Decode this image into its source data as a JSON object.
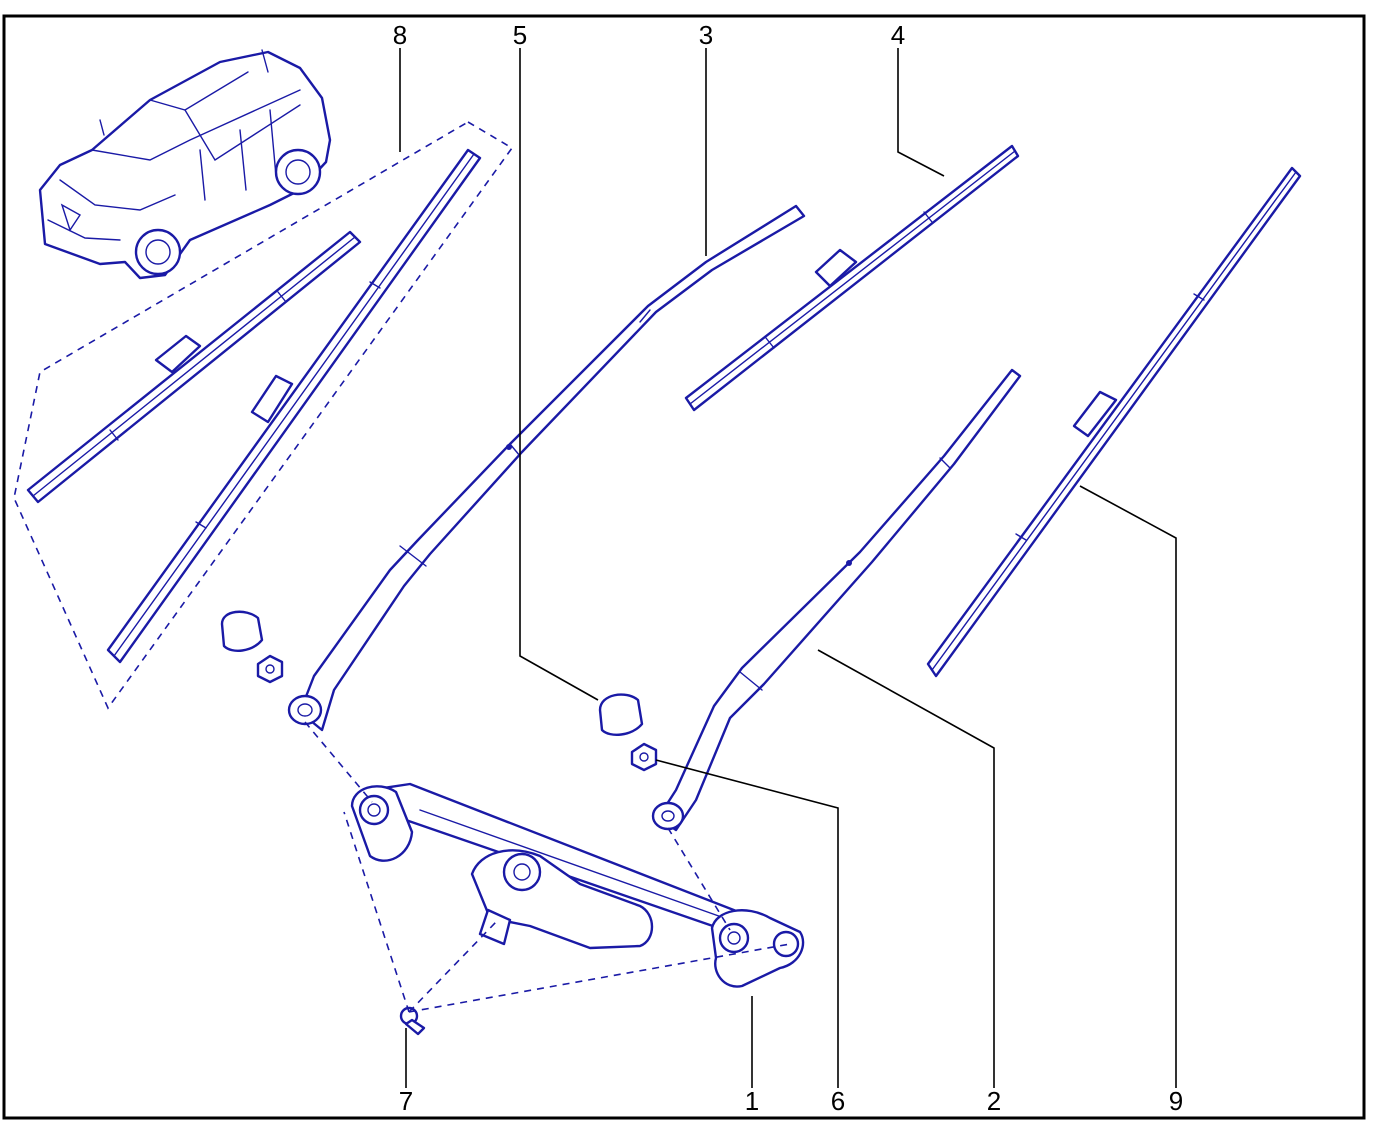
{
  "colors": {
    "line_art": "#1a1aa6",
    "frame": "#000000",
    "background": "#ffffff"
  },
  "callouts": {
    "c1": "1",
    "c2": "2",
    "c3": "3",
    "c4": "4",
    "c5": "5",
    "c6": "6",
    "c7": "7",
    "c8": "8",
    "c9": "9"
  }
}
